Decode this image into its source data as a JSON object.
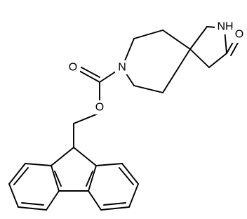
{
  "molecule": {
    "labels": {
      "nh": "NH",
      "ketone_o": "O",
      "piperidine_n": "N",
      "carbonyl_o": "O",
      "ester_o": "O"
    }
  }
}
